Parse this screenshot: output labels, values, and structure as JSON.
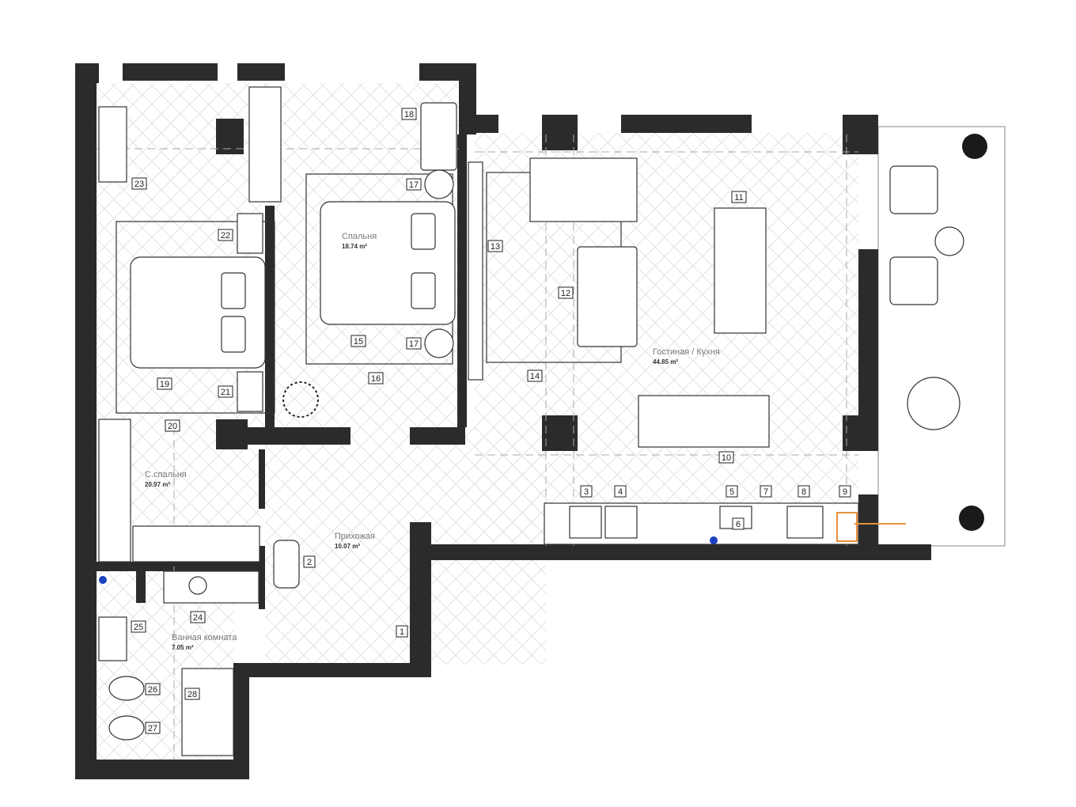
{
  "rooms": [
    {
      "name": "Спальня",
      "area": "18.74 m²"
    },
    {
      "name": "Гостиная / Кухня",
      "area": "44.85 m²"
    },
    {
      "name": "С.спальня",
      "area": "20.97 m²"
    },
    {
      "name": "Прихожая",
      "area": "10.07 m²"
    },
    {
      "name": "Ванная комната",
      "area": "7.05 m²"
    }
  ],
  "markers": [
    "1",
    "2",
    "3",
    "4",
    "5",
    "6",
    "7",
    "8",
    "9",
    "10",
    "11",
    "12",
    "13",
    "14",
    "15",
    "16",
    "17",
    "17",
    "18",
    "19",
    "20",
    "21",
    "22",
    "23",
    "24",
    "25",
    "26",
    "27",
    "28"
  ],
  "colors": {
    "wall": "#2b2b2b",
    "accent": "#e8903a",
    "water": "#1a3fbf"
  }
}
